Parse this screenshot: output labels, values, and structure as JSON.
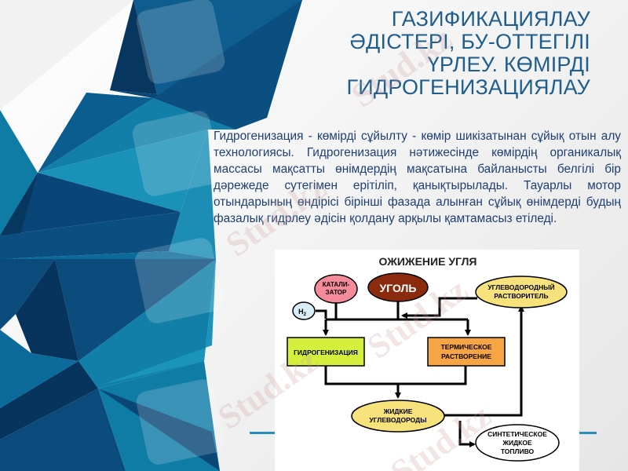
{
  "slide": {
    "title_lines": [
      "ГАЗИФИКАЦИЯЛАУ",
      "ӘДІСТЕРІ, БУ-ОТТЕГІЛІ",
      "ҮРЛЕУ. КӨМІРДІ",
      "ГИДРОГЕНИЗАЦИЯЛАУ"
    ],
    "body_text": "Гидрогенизация - көмірді сұйылту - көмір шикізатынан сұйық отын алу технологиясы. Гидрогенизация нәтижесінде көмірдің органикалық массасы мақсатты өнімдердің мақсатына байланысты белгілі бір дәрежеде сутегімен ерітіліп, қанықтырылады. Тауарлы мотор отындарының өндірісі бірінші фазада алынған сұйық өнімдерді будың фазалық гидрлеу әдісін қолдану арқылы қамтамасыз етіледі."
  },
  "diagram": {
    "title": "ОЖИЖЕНИЕ УГЛЯ",
    "nodes": {
      "catalyst_line1": "КАТАЛИ-",
      "catalyst_line2": "ЗАТОР",
      "coal": "УГОЛЬ",
      "solvent_line1": "УГЛЕВОДОРОДНЫЙ",
      "solvent_line2": "РАСТВОРИТЕЛЬ",
      "h2": "H",
      "h2_sub": "2",
      "hydrogenation": "ГИДРОГЕНИЗАЦИЯ",
      "thermal_line1": "ТЕРМИЧЕСКОЕ",
      "thermal_line2": "РАСТВОРЕНИЕ",
      "liquid_line1": "ЖИДКИЕ",
      "liquid_line2": "УГЛЕВОДОРОДЫ",
      "synthetic_line1": "СИНТЕТИЧЕСКОЕ",
      "synthetic_line2": "ЖИДКОЕ",
      "synthetic_line3": "ТОПЛИВО"
    },
    "colors": {
      "catalyst": "#f48a9a",
      "coal": "#8b2a0c",
      "solvent": "#f7e27c",
      "h2": "#d9ecf8",
      "hydrogenation": "#d4f03c",
      "thermal": "#f7a445",
      "liquid": "#f7e27c",
      "synthetic": "#ffffff"
    }
  },
  "watermark": {
    "text": "Stud.kz"
  },
  "theme": {
    "title_color": "#1f5d8c",
    "text_color": "#1e3f72",
    "accent_line": "#2a8bbd"
  }
}
